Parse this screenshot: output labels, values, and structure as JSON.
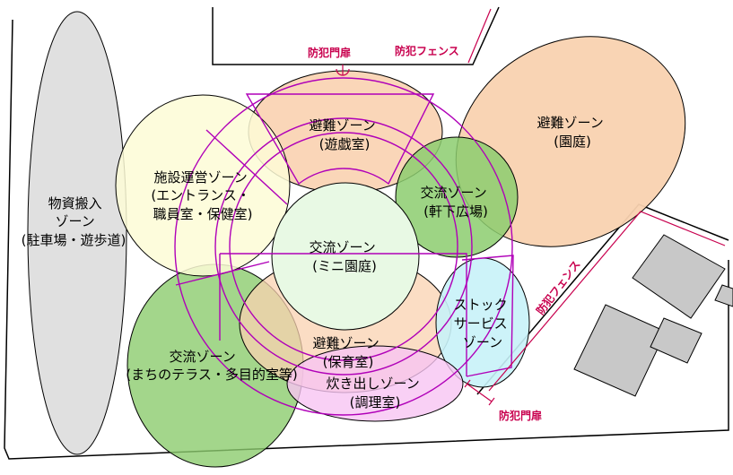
{
  "colors": {
    "line": "#000000",
    "fence": "#c8004e",
    "magenta": "#b000b8",
    "gray_zone": "#e0e0e0",
    "peach_zone": "#f9d2b0",
    "cream_zone": "#fdfcd6",
    "green_zone": "#8ccc6e",
    "mint_zone": "#e8f9e4",
    "cyan_zone": "#c8f2f8",
    "pink_zone": "#f7c4f3",
    "building": "#c8c8c8"
  },
  "zones": {
    "butsushi": {
      "lines": [
        "物資搬入",
        "ゾーン",
        "(駐車場・遊歩道)"
      ]
    },
    "hinan_yugi": {
      "lines": [
        "避難ゾーン",
        "(遊戯室)"
      ]
    },
    "hinan_entei": {
      "lines": [
        "避難ゾーン",
        "(園庭)"
      ]
    },
    "shisetsu": {
      "lines": [
        "施設運営ゾーン",
        "(エントランス・",
        "職員室・保健室)"
      ]
    },
    "koryu_nokishita": {
      "lines": [
        "交流ゾーン",
        "(軒下広場)"
      ]
    },
    "koryu_mini": {
      "lines": [
        "交流ゾーン",
        "(ミニ園庭)"
      ]
    },
    "stock": {
      "lines": [
        "ストック",
        "サービス",
        "ゾーン"
      ]
    },
    "koryu_terrace": {
      "lines": [
        "交流ゾーン",
        "(まちのテラス・多目的室等)"
      ]
    },
    "hinan_hoiku": {
      "lines": [
        "避難ゾーン",
        "(保育室)"
      ]
    },
    "takidashi": {
      "lines": [
        "炊き出しゾーン",
        "(調理室)"
      ]
    }
  },
  "labels": {
    "gate_top": "防犯門扉",
    "fence_top": "防犯フェンス",
    "fence_right": "防犯フェンス",
    "gate_bottom": "防犯門扉"
  }
}
